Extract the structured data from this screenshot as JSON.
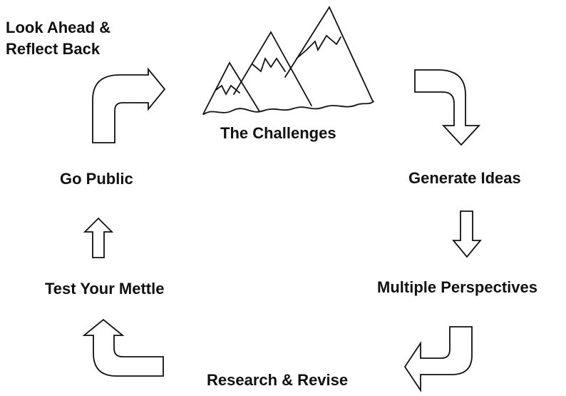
{
  "cycle": {
    "look_ahead": {
      "line1": "Look Ahead &",
      "line2": "Reflect Back"
    },
    "challenges": "The Challenges",
    "generate_ideas": "Generate Ideas",
    "multiple_perspectives": "Multiple Perspectives",
    "research_revise": "Research & Revise",
    "test_mettle": "Test Your Mettle",
    "go_public": "Go Public"
  },
  "icons": {
    "mountains": "mountains-icon",
    "arrows": [
      "curved-arrow-right-icon",
      "curved-arrow-down-icon",
      "arrow-down-icon",
      "curved-arrow-left-icon",
      "curved-arrow-up-icon",
      "arrow-up-icon"
    ]
  },
  "colors": {
    "ink": "#111111",
    "background": "#ffffff"
  }
}
